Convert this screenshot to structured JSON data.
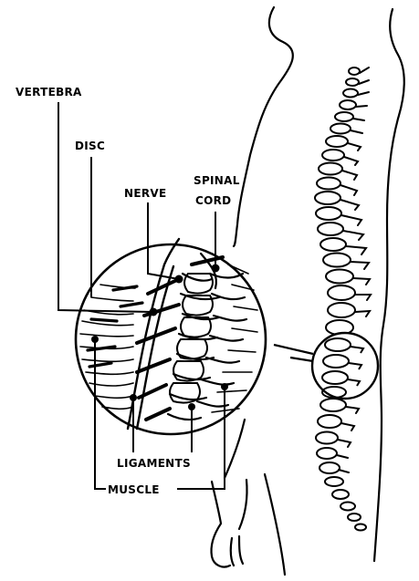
{
  "labels": {
    "vertebra": "VERTEBRA",
    "disc": "DISC",
    "nerve": "NERVE",
    "spinal_line1": "SPINAL",
    "spinal_line2": "CORD",
    "ligaments": "LIGAMENTS",
    "muscle": "MUSCLE"
  },
  "colors": {
    "ink": "#000000",
    "paper": "#ffffff"
  }
}
